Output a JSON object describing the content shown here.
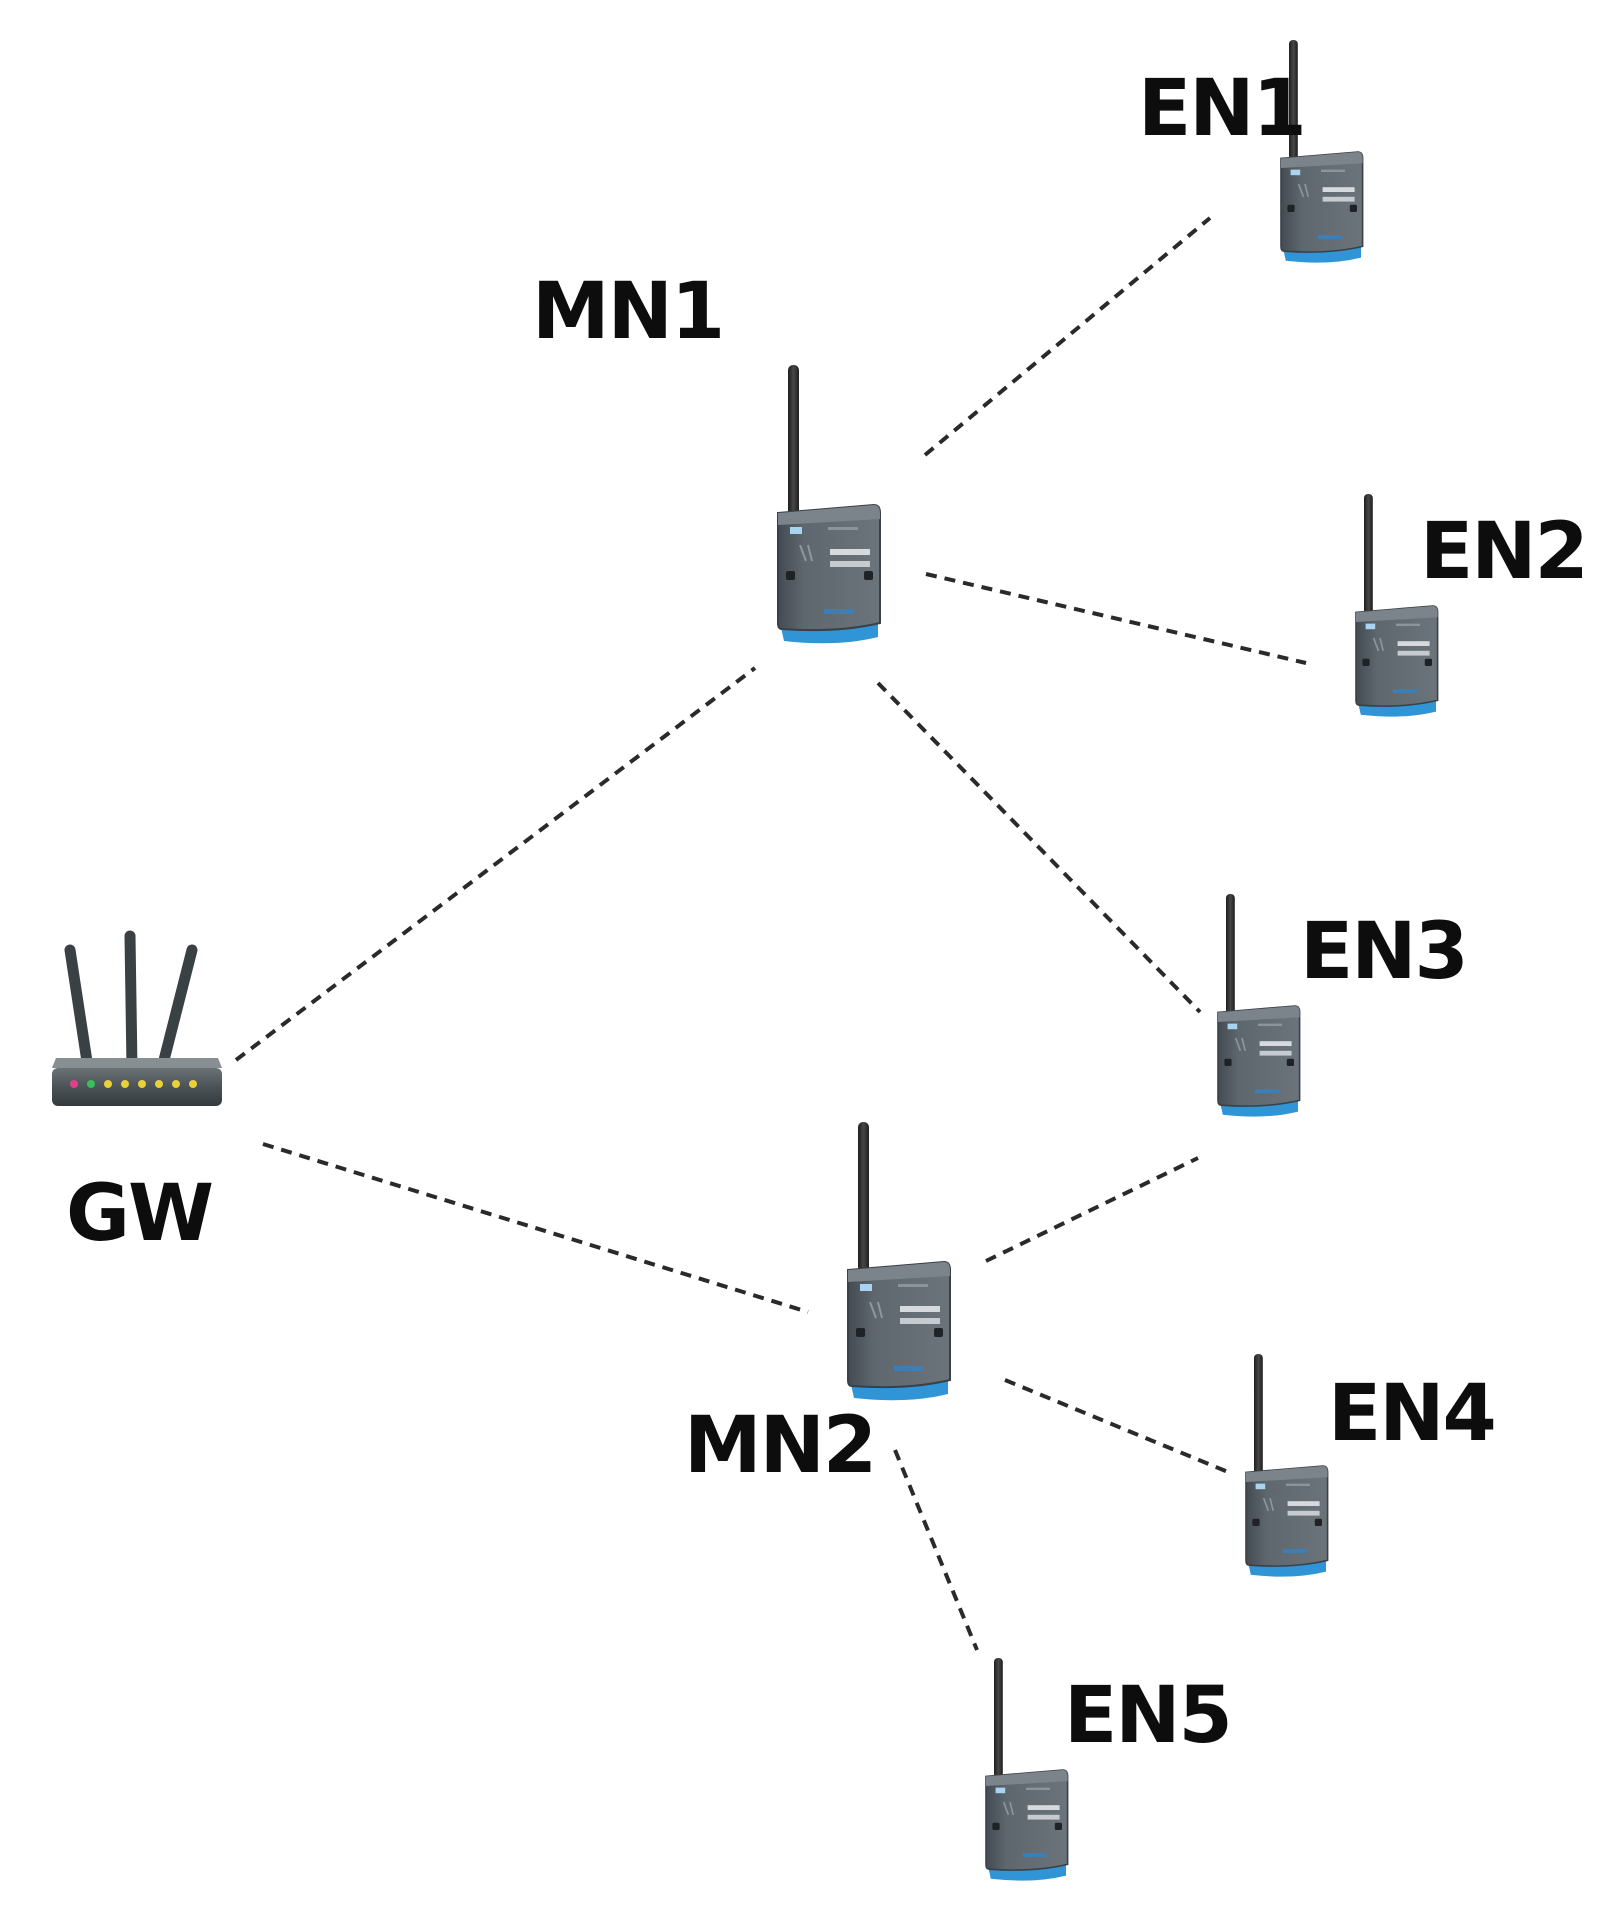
{
  "diagram": {
    "nodes": [
      {
        "id": "GW",
        "label": "GW",
        "type": "gateway"
      },
      {
        "id": "MN1",
        "label": "MN1",
        "type": "sensor"
      },
      {
        "id": "MN2",
        "label": "MN2",
        "type": "sensor"
      },
      {
        "id": "EN1",
        "label": "EN1",
        "type": "sensor"
      },
      {
        "id": "EN2",
        "label": "EN2",
        "type": "sensor"
      },
      {
        "id": "EN3",
        "label": "EN3",
        "type": "sensor"
      },
      {
        "id": "EN4",
        "label": "EN4",
        "type": "sensor"
      },
      {
        "id": "EN5",
        "label": "EN5",
        "type": "sensor"
      }
    ],
    "links": [
      {
        "from": "GW",
        "to": "MN1",
        "style": "dashed"
      },
      {
        "from": "GW",
        "to": "MN2",
        "style": "dashed"
      },
      {
        "from": "MN1",
        "to": "EN1",
        "style": "dashed"
      },
      {
        "from": "MN1",
        "to": "EN2",
        "style": "dashed"
      },
      {
        "from": "MN1",
        "to": "EN3",
        "style": "dashed"
      },
      {
        "from": "MN2",
        "to": "EN3",
        "style": "dashed"
      },
      {
        "from": "MN2",
        "to": "EN4",
        "style": "dashed"
      },
      {
        "from": "MN2",
        "to": "EN5",
        "style": "dashed"
      }
    ],
    "icons": {
      "gateway": "router-icon",
      "sensor": "wireless-sensor-icon"
    },
    "colors": {
      "device_body": "#59616a",
      "device_accent": "#2f95d6",
      "router_body": "#4b5356",
      "led_pink": "#e0408a",
      "led_green": "#35c05a",
      "led_yellow": "#e8d13a",
      "link": "#2a2a2a"
    }
  }
}
